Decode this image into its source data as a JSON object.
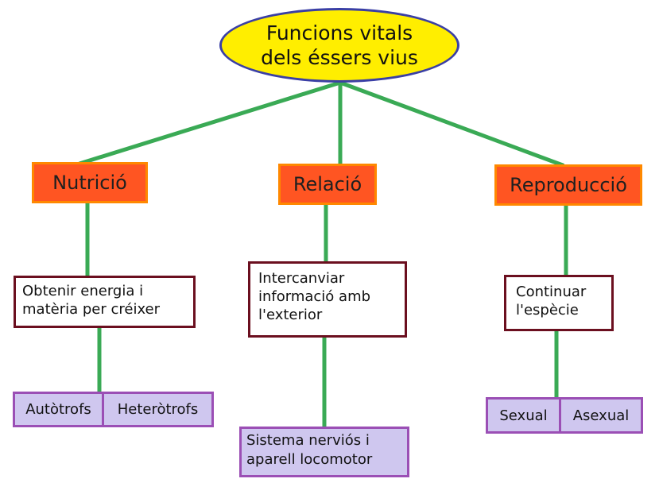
{
  "root": {
    "line1": "Funcions vitals",
    "line2": "dels éssers vius"
  },
  "categories": [
    {
      "label": "Nutrició"
    },
    {
      "label": "Relació"
    },
    {
      "label": "Reproducció"
    }
  ],
  "descriptions": [
    {
      "line1": "Obtenir energia i",
      "line2": "matèria per créixer"
    },
    {
      "line1": "Intercanviar",
      "line2": "informació amb",
      "line3": "l'exterior"
    },
    {
      "line1": "Continuar",
      "line2": "l'espècie"
    }
  ],
  "leaves": {
    "nutricio": [
      "Autòtrofs",
      "Heteròtrofs"
    ],
    "relacio": {
      "line1": "Sistema nerviós i",
      "line2": "aparell locomotor"
    },
    "reproduccio": [
      "Sexual",
      "Asexual"
    ]
  },
  "colors": {
    "root_fill": "#ffee00",
    "root_border": "#3a3fa5",
    "category_fill": "#ff5522",
    "category_border": "#ff8800",
    "box_border": "#6b0f1f",
    "leaf_fill": "#cfc7ef",
    "leaf_border": "#9b4fb5",
    "connector": "#3aaa55"
  }
}
